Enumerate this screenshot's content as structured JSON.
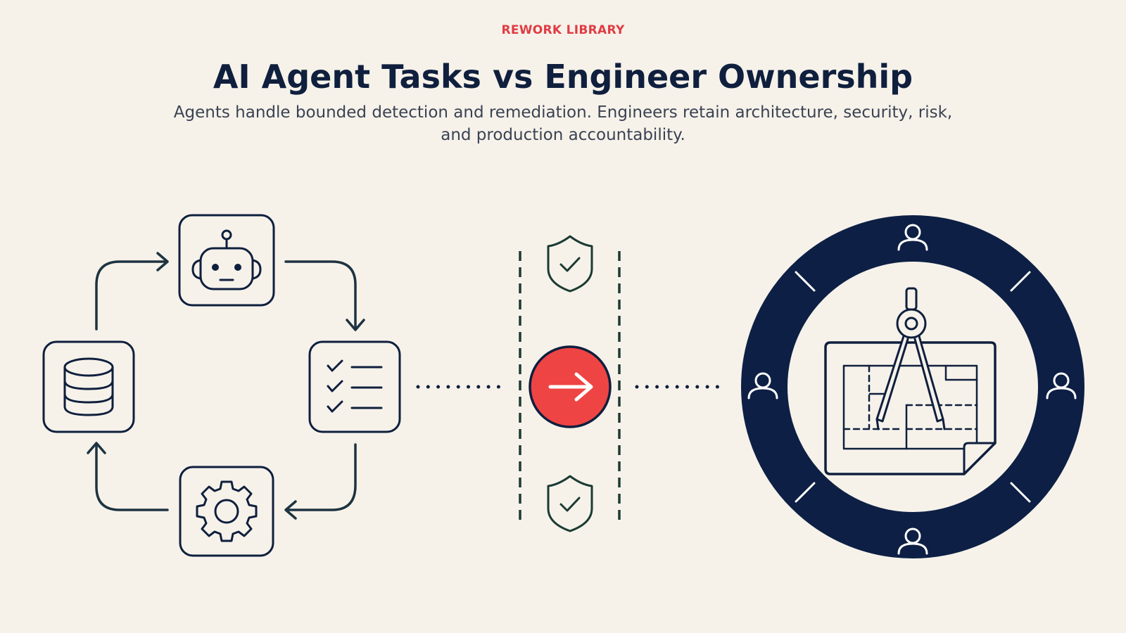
{
  "header": {
    "eyebrow": "REWORK LIBRARY",
    "title": "AI Agent Tasks vs Engineer Ownership",
    "subtitle": "Agents handle bounded detection and remediation. Engineers retain architecture, security, risk, and production accountability."
  },
  "colors": {
    "navy": "#0f1f3d",
    "accent": "#e03c44",
    "background": "#f6f2ea",
    "subtitle": "#3a4252",
    "guardrail": "#1b3b33"
  },
  "diagram": {
    "agent_cycle_icons": [
      "robot-icon",
      "checklist-icon",
      "gear-icon",
      "database-icon"
    ],
    "boundary_icons": [
      "shield-check-icon",
      "arrow-right-icon",
      "shield-check-icon"
    ],
    "ownership_icons": [
      "compass-blueprint-icon",
      "person-icon",
      "person-icon",
      "person-icon",
      "person-icon"
    ]
  }
}
